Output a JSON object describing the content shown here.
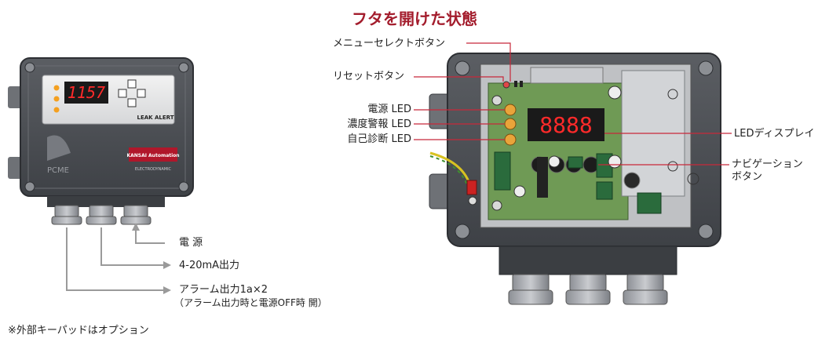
{
  "title": "フタを開けた状態",
  "left_device": {
    "display_value": "1157",
    "device_label": "LEAK ALERT",
    "brand_logo": "KANSAI Automation",
    "sub_brand": "ELECTRODYNAMIC",
    "manufacturer_logo": "PCME"
  },
  "right_device": {
    "display_value": "8888"
  },
  "callouts_left": {
    "power": "電 源",
    "output_4_20": "4-20mA出力",
    "alarm_output": "アラーム出力1a×2",
    "alarm_note": "（アラーム出力時と電源OFF時 開）"
  },
  "callouts_right": {
    "menu_select": "メニューセレクトボタン",
    "reset": "リセットボタン",
    "power_led": "電源 LED",
    "density_alarm_led": "濃度警報 LED",
    "self_diag_led": "自己診断 LED",
    "led_display": "LEDディスプレイ",
    "nav_button_line1": "ナビゲーション",
    "nav_button_line2": "ボタン"
  },
  "footnote": "※外部キーパッドはオプション",
  "colors": {
    "title": "#a31c2c",
    "leader": "#c8283a",
    "enclosure": "#4a4d52",
    "pcb": "#6f9a55",
    "led_red": "#ff2a2a",
    "arrow_grey": "#9a9a9a"
  }
}
